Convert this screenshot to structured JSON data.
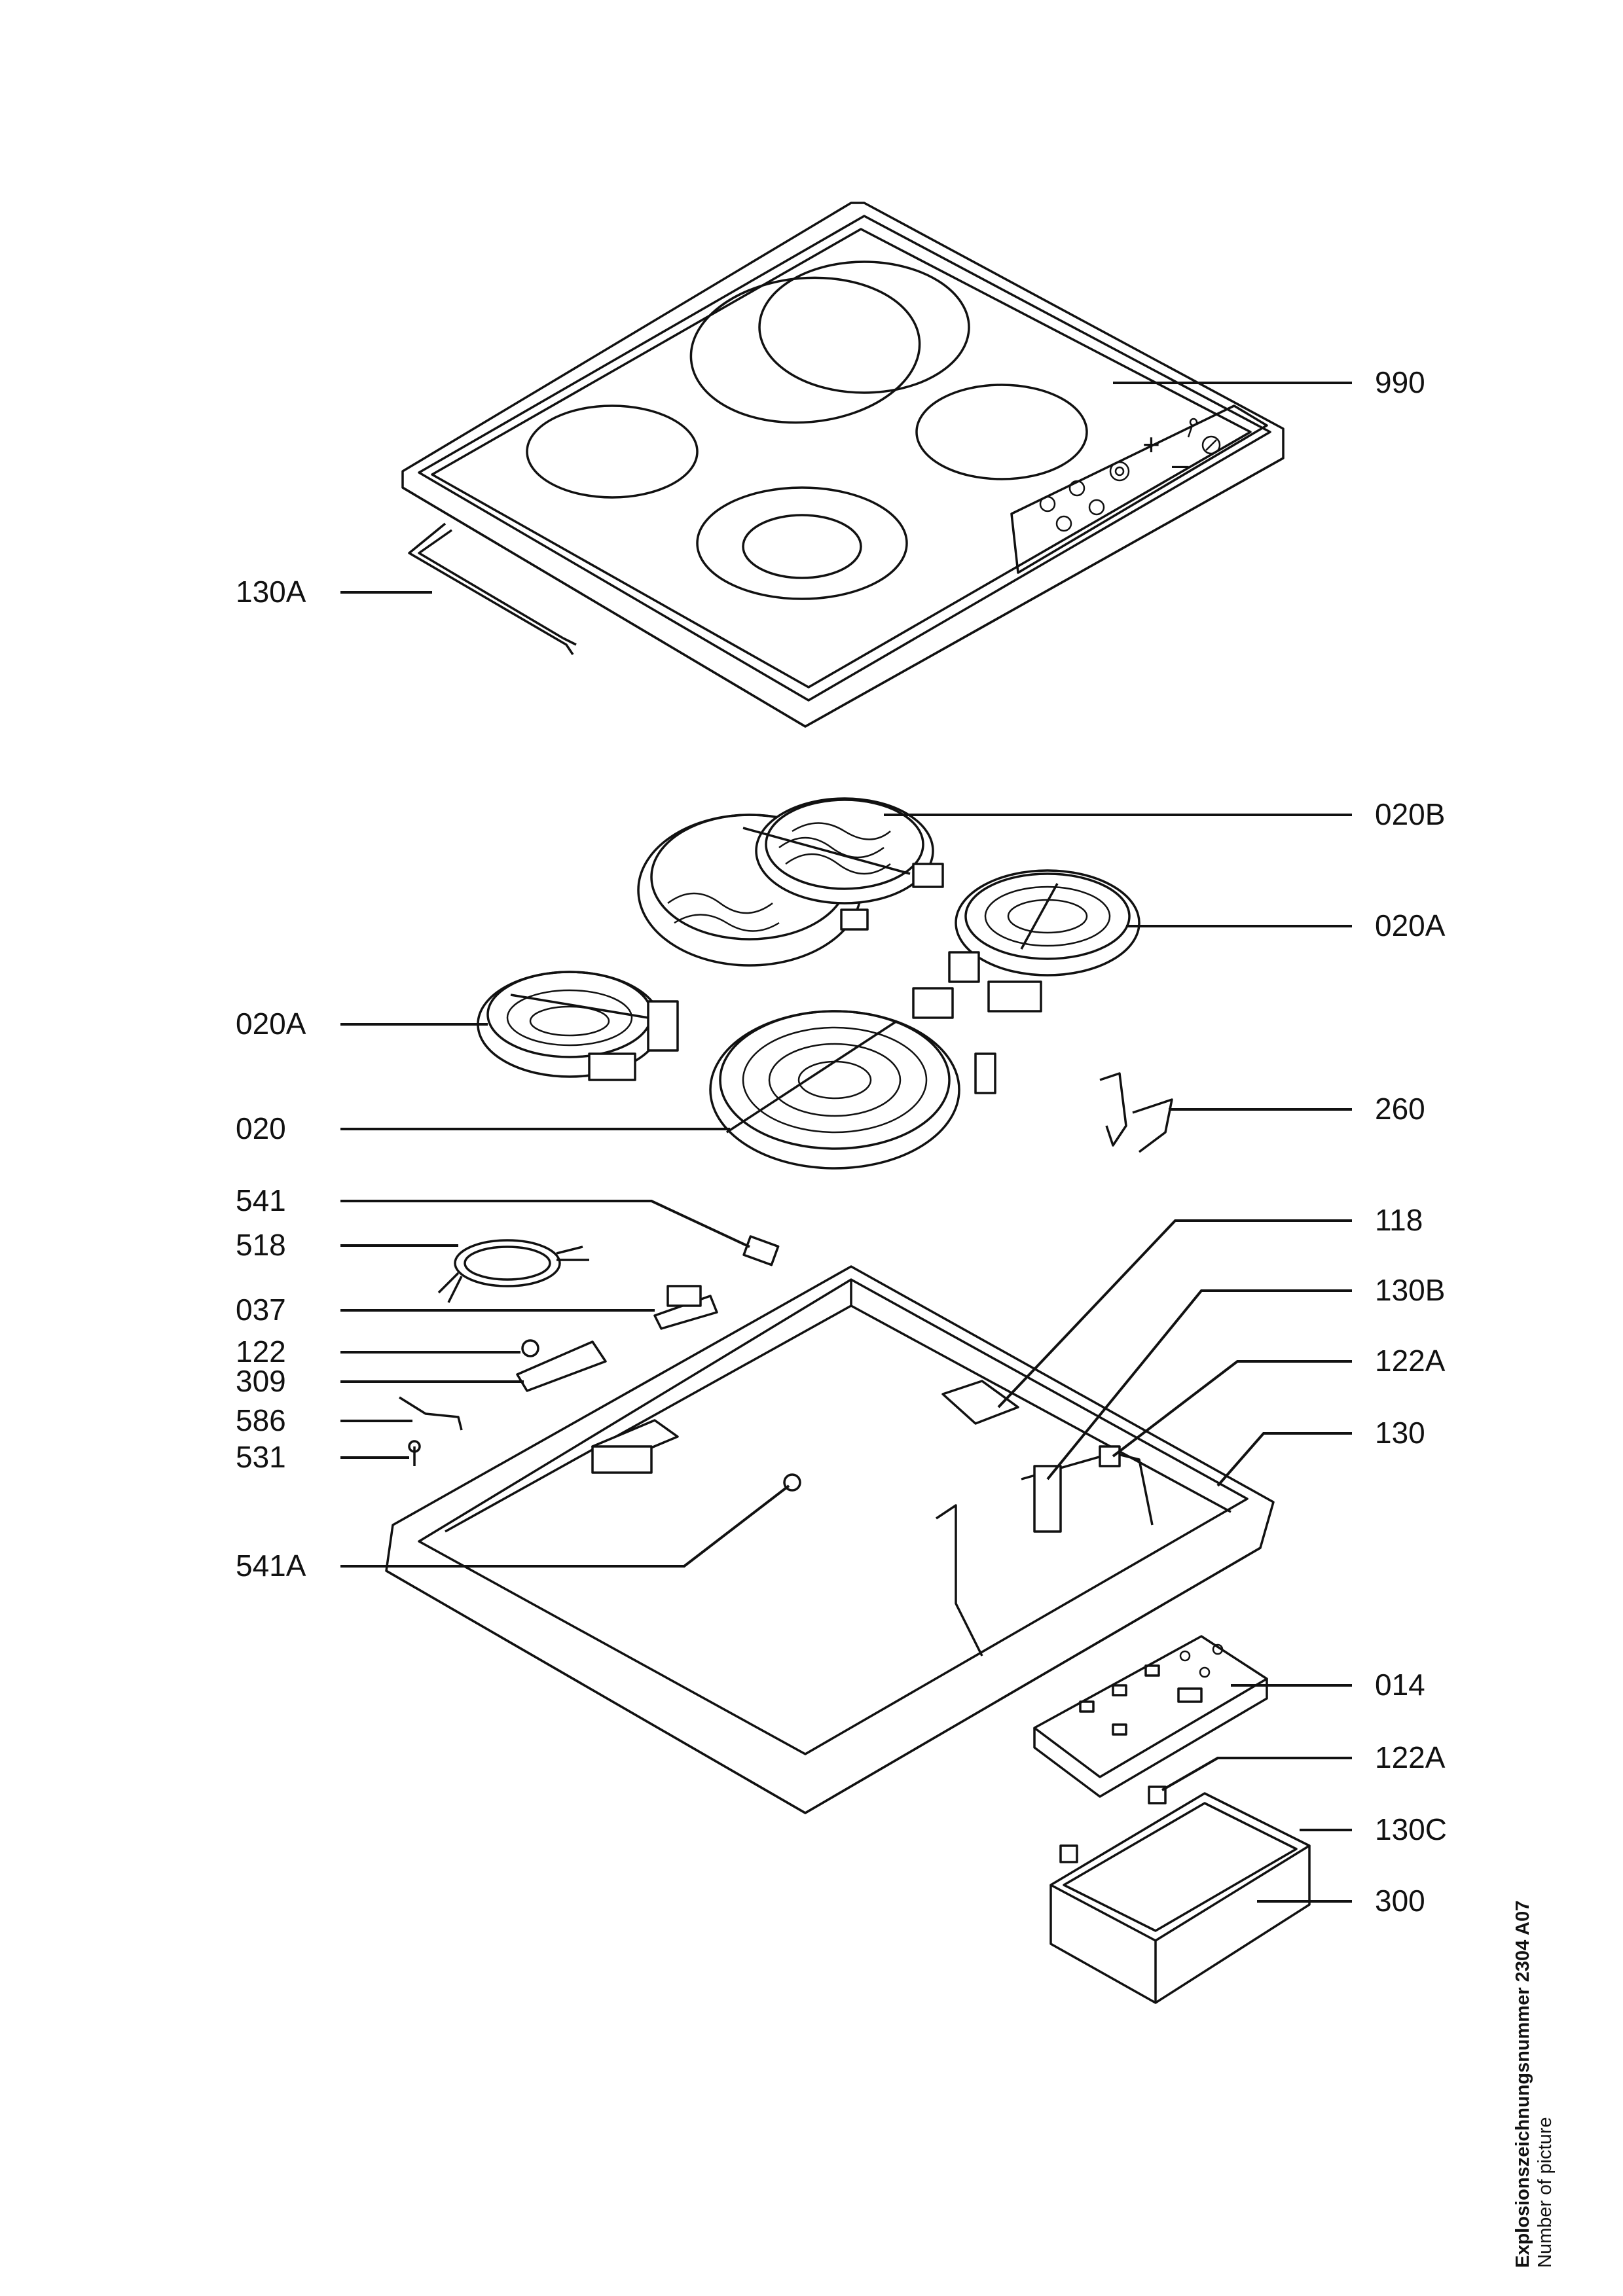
{
  "callouts": [
    {
      "id": "990"
    },
    {
      "id": "130A"
    },
    {
      "id": "020B"
    },
    {
      "id": "020A"
    },
    {
      "id": "020A"
    },
    {
      "id": "260"
    },
    {
      "id": "020"
    },
    {
      "id": "541"
    },
    {
      "id": "518"
    },
    {
      "id": "118"
    },
    {
      "id": "037"
    },
    {
      "id": "130B"
    },
    {
      "id": "122"
    },
    {
      "id": "122A"
    },
    {
      "id": "309"
    },
    {
      "id": "586"
    },
    {
      "id": "130"
    },
    {
      "id": "531"
    },
    {
      "id": "541A"
    },
    {
      "id": "014"
    },
    {
      "id": "122A"
    },
    {
      "id": "130C"
    },
    {
      "id": "300"
    }
  ],
  "control_panel": {
    "plus": "+",
    "minus": "–"
  },
  "footer": {
    "drawing_label": "Explosionszeichnungsnummer 2304 A07",
    "picture_label": "Number of picture"
  }
}
